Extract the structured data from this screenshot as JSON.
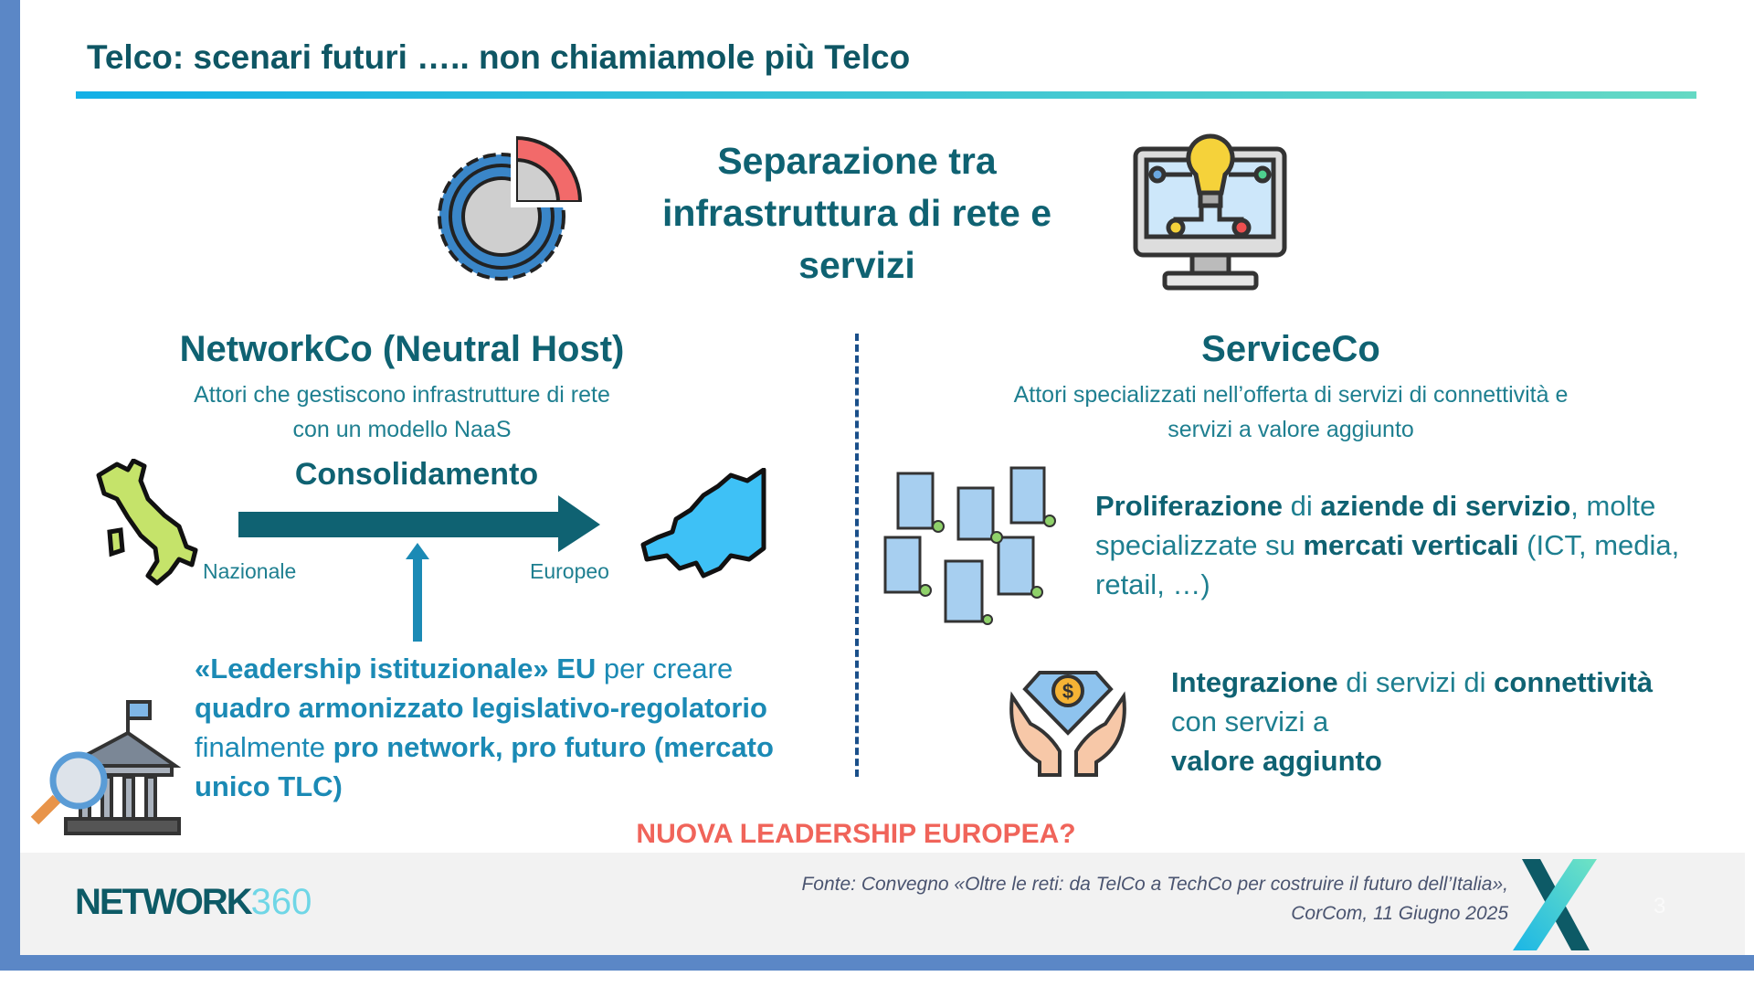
{
  "title": "Telco: scenari futuri ….. non chiamiamole più Telco",
  "center_heading": "Separazione tra infrastruttura di rete e servizi",
  "networkco": {
    "heading": "NetworkCo (Neutral Host)",
    "subtitle_line1": "Attori che gestiscono infrastrutture di rete",
    "subtitle_line2": "con un modello NaaS",
    "consolidation_label": "Consolidamento",
    "from_label": "Nazionale",
    "to_label": "Europeo",
    "leadership": [
      "«Leadership istituzionale» EU",
      " per creare ",
      "quadro armonizzato legislativo-regolatorio",
      " finalmente ",
      "pro network, pro futuro (mercato unico TLC)"
    ]
  },
  "serviceco": {
    "heading": "ServiceCo",
    "subtitle_line1": "Attori specializzati nell’offerta di servizi di connettività e",
    "subtitle_line2": "servizi a valore aggiunto",
    "proliferation": [
      "Proliferazione",
      " di ",
      "aziende di servizio",
      ", molte specializzate su ",
      "mercati verticali",
      " (ICT, media, retail, …)"
    ],
    "integration": [
      "Integrazione",
      " di servizi di ",
      "connettività",
      " con servizi a ",
      "valore aggiunto"
    ]
  },
  "callout": "NUOVA LEADERSHIP EUROPEA?",
  "footer": {
    "logo_word": "NETWORK",
    "logo_num": "360",
    "source_line1": "Fonte: Convegno «Oltre le reti: da TelCo a TechCo per costruire il futuro dell’Italia»,",
    "source_line2": "CorCom, 11 Giugno 2025",
    "page_number": "3"
  },
  "colors": {
    "accent": "#0f6272",
    "blue": "#1b8ab5",
    "callout": "#f0645a"
  }
}
